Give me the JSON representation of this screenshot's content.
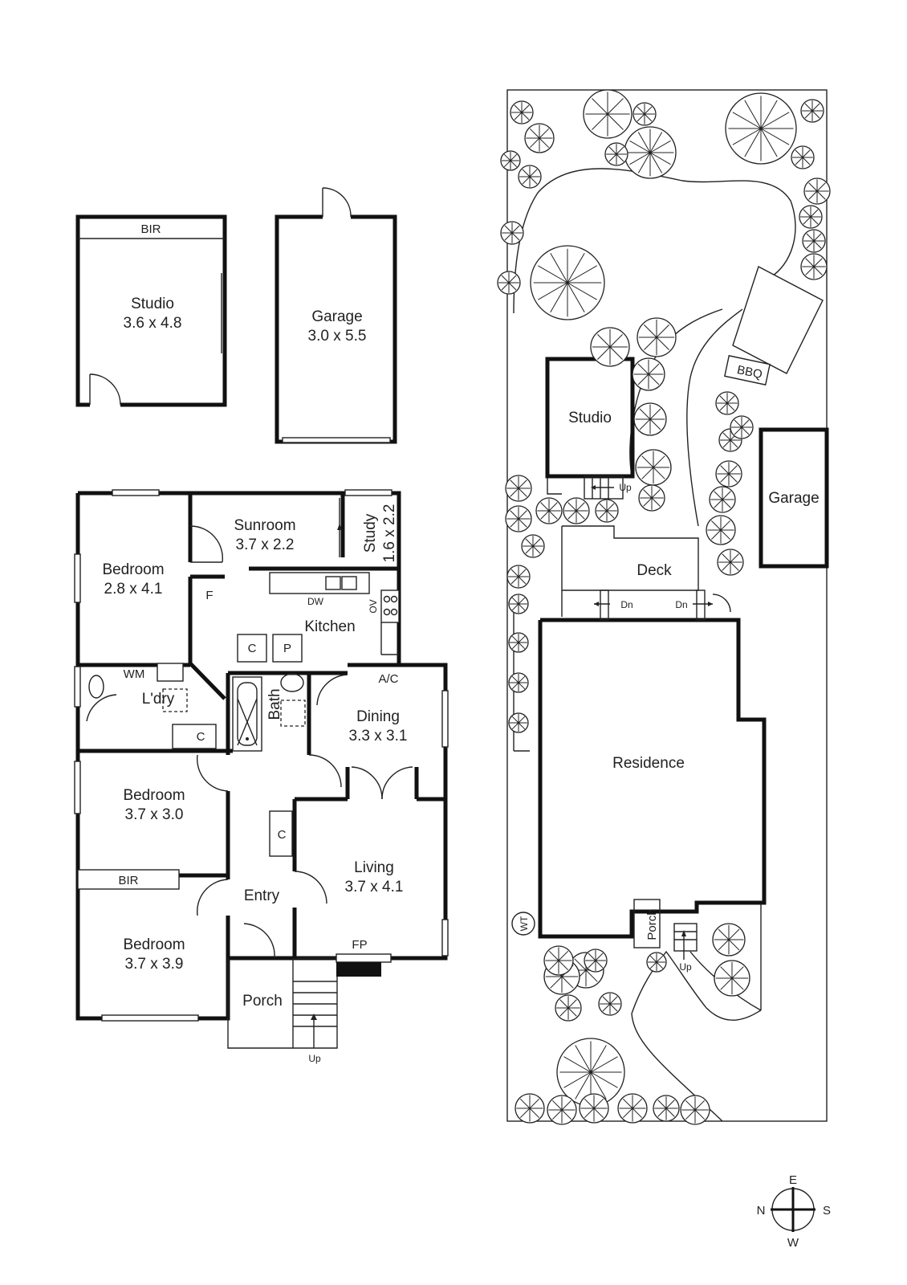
{
  "plans": {
    "studio": {
      "title": "Studio",
      "dims": "3.6 x 4.8",
      "bir": "BIR"
    },
    "garage": {
      "title": "Garage",
      "dims": "3.0 x 5.5"
    },
    "house": {
      "bedroom1": {
        "title": "Bedroom",
        "dims": "2.8 x 4.1"
      },
      "sunroom": {
        "title": "Sunroom",
        "dims": "3.7 x 2.2"
      },
      "study": {
        "title": "Study",
        "dims": "1.6 x 2.2"
      },
      "kitchen": "Kitchen",
      "dw": "DW",
      "ov": "OV",
      "fridge": "F",
      "cupboard": "C",
      "pantry": "P",
      "wm": "WM",
      "laundry": "L'dry",
      "bath": "Bath",
      "ac": "A/C",
      "dining": {
        "title": "Dining",
        "dims": "3.3 x 3.1"
      },
      "bedroom2": {
        "title": "Bedroom",
        "dims": "3.7 x 3.0"
      },
      "bir": "BIR",
      "bedroom3": {
        "title": "Bedroom",
        "dims": "3.7 x 3.9"
      },
      "entry": "Entry",
      "living": {
        "title": "Living",
        "dims": "3.7 x 4.1"
      },
      "fp": "FP",
      "porch": "Porch",
      "up": "Up"
    }
  },
  "site": {
    "studio": "Studio",
    "garage": "Garage",
    "bbq": "BBQ",
    "deck": "Deck",
    "dn": "Dn",
    "up": "Up",
    "residence": "Residence",
    "porch": "Porch",
    "wt": "WT"
  },
  "compass": {
    "n": "N",
    "e": "E",
    "s": "S",
    "w": "W"
  }
}
